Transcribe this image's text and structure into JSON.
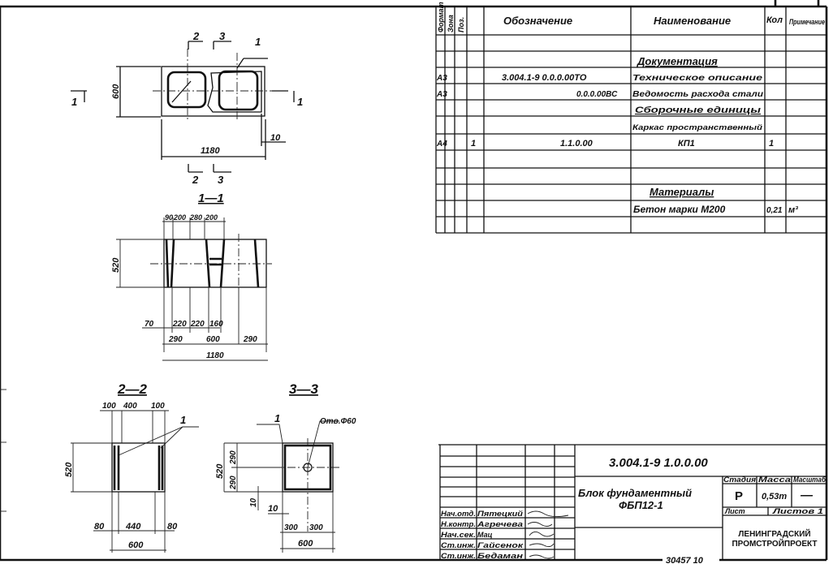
{
  "spec_table": {
    "headers": {
      "format": "Формат",
      "zone": "Зона",
      "pos": "Поз.",
      "designation": "Обозначение",
      "name": "Наименование",
      "qty": "Кол",
      "note": "Примечание"
    },
    "rows": [
      {
        "format": "",
        "pos": "",
        "designation": "",
        "name": "",
        "qty": "",
        "note": ""
      },
      {
        "format": "",
        "pos": "",
        "designation": "",
        "name": "Документация",
        "qty": "",
        "note": ""
      },
      {
        "format": "А3",
        "pos": "",
        "designation": "3.004.1-9   0.0.0.00ТО",
        "name": "Техническое описание",
        "qty": "",
        "note": ""
      },
      {
        "format": "А3",
        "pos": "",
        "designation": "0.0.0.00ВС",
        "name": "Ведомость расхода стали",
        "qty": "",
        "note": ""
      },
      {
        "format": "",
        "pos": "",
        "designation": "",
        "name": "Сборочные единицы",
        "qty": "",
        "note": ""
      },
      {
        "format": "",
        "pos": "",
        "designation": "",
        "name": "Каркас пространственный",
        "qty": "",
        "note": ""
      },
      {
        "format": "А4",
        "pos": "1",
        "designation": "1.1.0.00",
        "name": "КП1",
        "qty": "1",
        "note": ""
      },
      {
        "format": "",
        "pos": "",
        "designation": "",
        "name": "",
        "qty": "",
        "note": ""
      },
      {
        "format": "",
        "pos": "",
        "designation": "",
        "name": "",
        "qty": "",
        "note": ""
      },
      {
        "format": "",
        "pos": "",
        "designation": "",
        "name": "Материалы",
        "qty": "",
        "note": ""
      },
      {
        "format": "",
        "pos": "",
        "designation": "",
        "name": "Бетон марки М200",
        "qty": "0,21",
        "note": "м³"
      },
      {
        "format": "",
        "pos": "",
        "designation": "",
        "name": "",
        "qty": "",
        "note": ""
      }
    ]
  },
  "title_block": {
    "code": "3.004.1-9   1.0.0.00",
    "name_line1": "Блок фундаментный",
    "name_line2": "ФБП12-1",
    "stage_label": "Стадия",
    "mass_label": "Масса",
    "scale_label": "Масштаб",
    "stage": "Р",
    "mass": "0,53т",
    "scale": "—",
    "sheet_label": "Лист",
    "sheets_label": "Листов 1",
    "organization_line1": "ЛЕНИНГРАДСКИЙ",
    "organization_line2": "ПРОМСТРОЙПРОЕКТ",
    "signatures": [
      {
        "role": "Нач.отд.",
        "name": "Пятецкий"
      },
      {
        "role": "Н.контр.",
        "name": "Агречева"
      },
      {
        "role": "Нач.сек.",
        "name": "Мац"
      },
      {
        "role": "Ст.инж.",
        "name": "Гайсенок"
      },
      {
        "role": "Ст.инж.",
        "name": "Бедаман"
      }
    ],
    "footer_number": "30457   10"
  },
  "plan_view": {
    "section_2": "2",
    "section_3": "3",
    "section_1": "1",
    "callout": "1",
    "dim_width": "600",
    "dim_length": "1180",
    "dim_gap": "10"
  },
  "section_1_1": {
    "title": "1—1",
    "top_dims": [
      "90",
      "200",
      "280",
      "200"
    ],
    "height": "520",
    "bottom_dims_1": [
      "70",
      "220",
      "220",
      "160"
    ],
    "bottom_dims_2": [
      "290",
      "600",
      "290"
    ],
    "total": "1180"
  },
  "section_2_2": {
    "title": "2—2",
    "top_dims": [
      "100",
      "400",
      "100"
    ],
    "height": "520",
    "bottom_dims": [
      "80",
      "440",
      "80"
    ],
    "total": "600",
    "callout": "1"
  },
  "section_3_3": {
    "title": "3—3",
    "callout": "1",
    "hole": "Отв.Ф60",
    "height": "520",
    "half_heights": [
      "290",
      "290"
    ],
    "gap_v": "10",
    "gap_h": "10",
    "bottom_dims": [
      "300",
      "300"
    ],
    "total": "600"
  }
}
